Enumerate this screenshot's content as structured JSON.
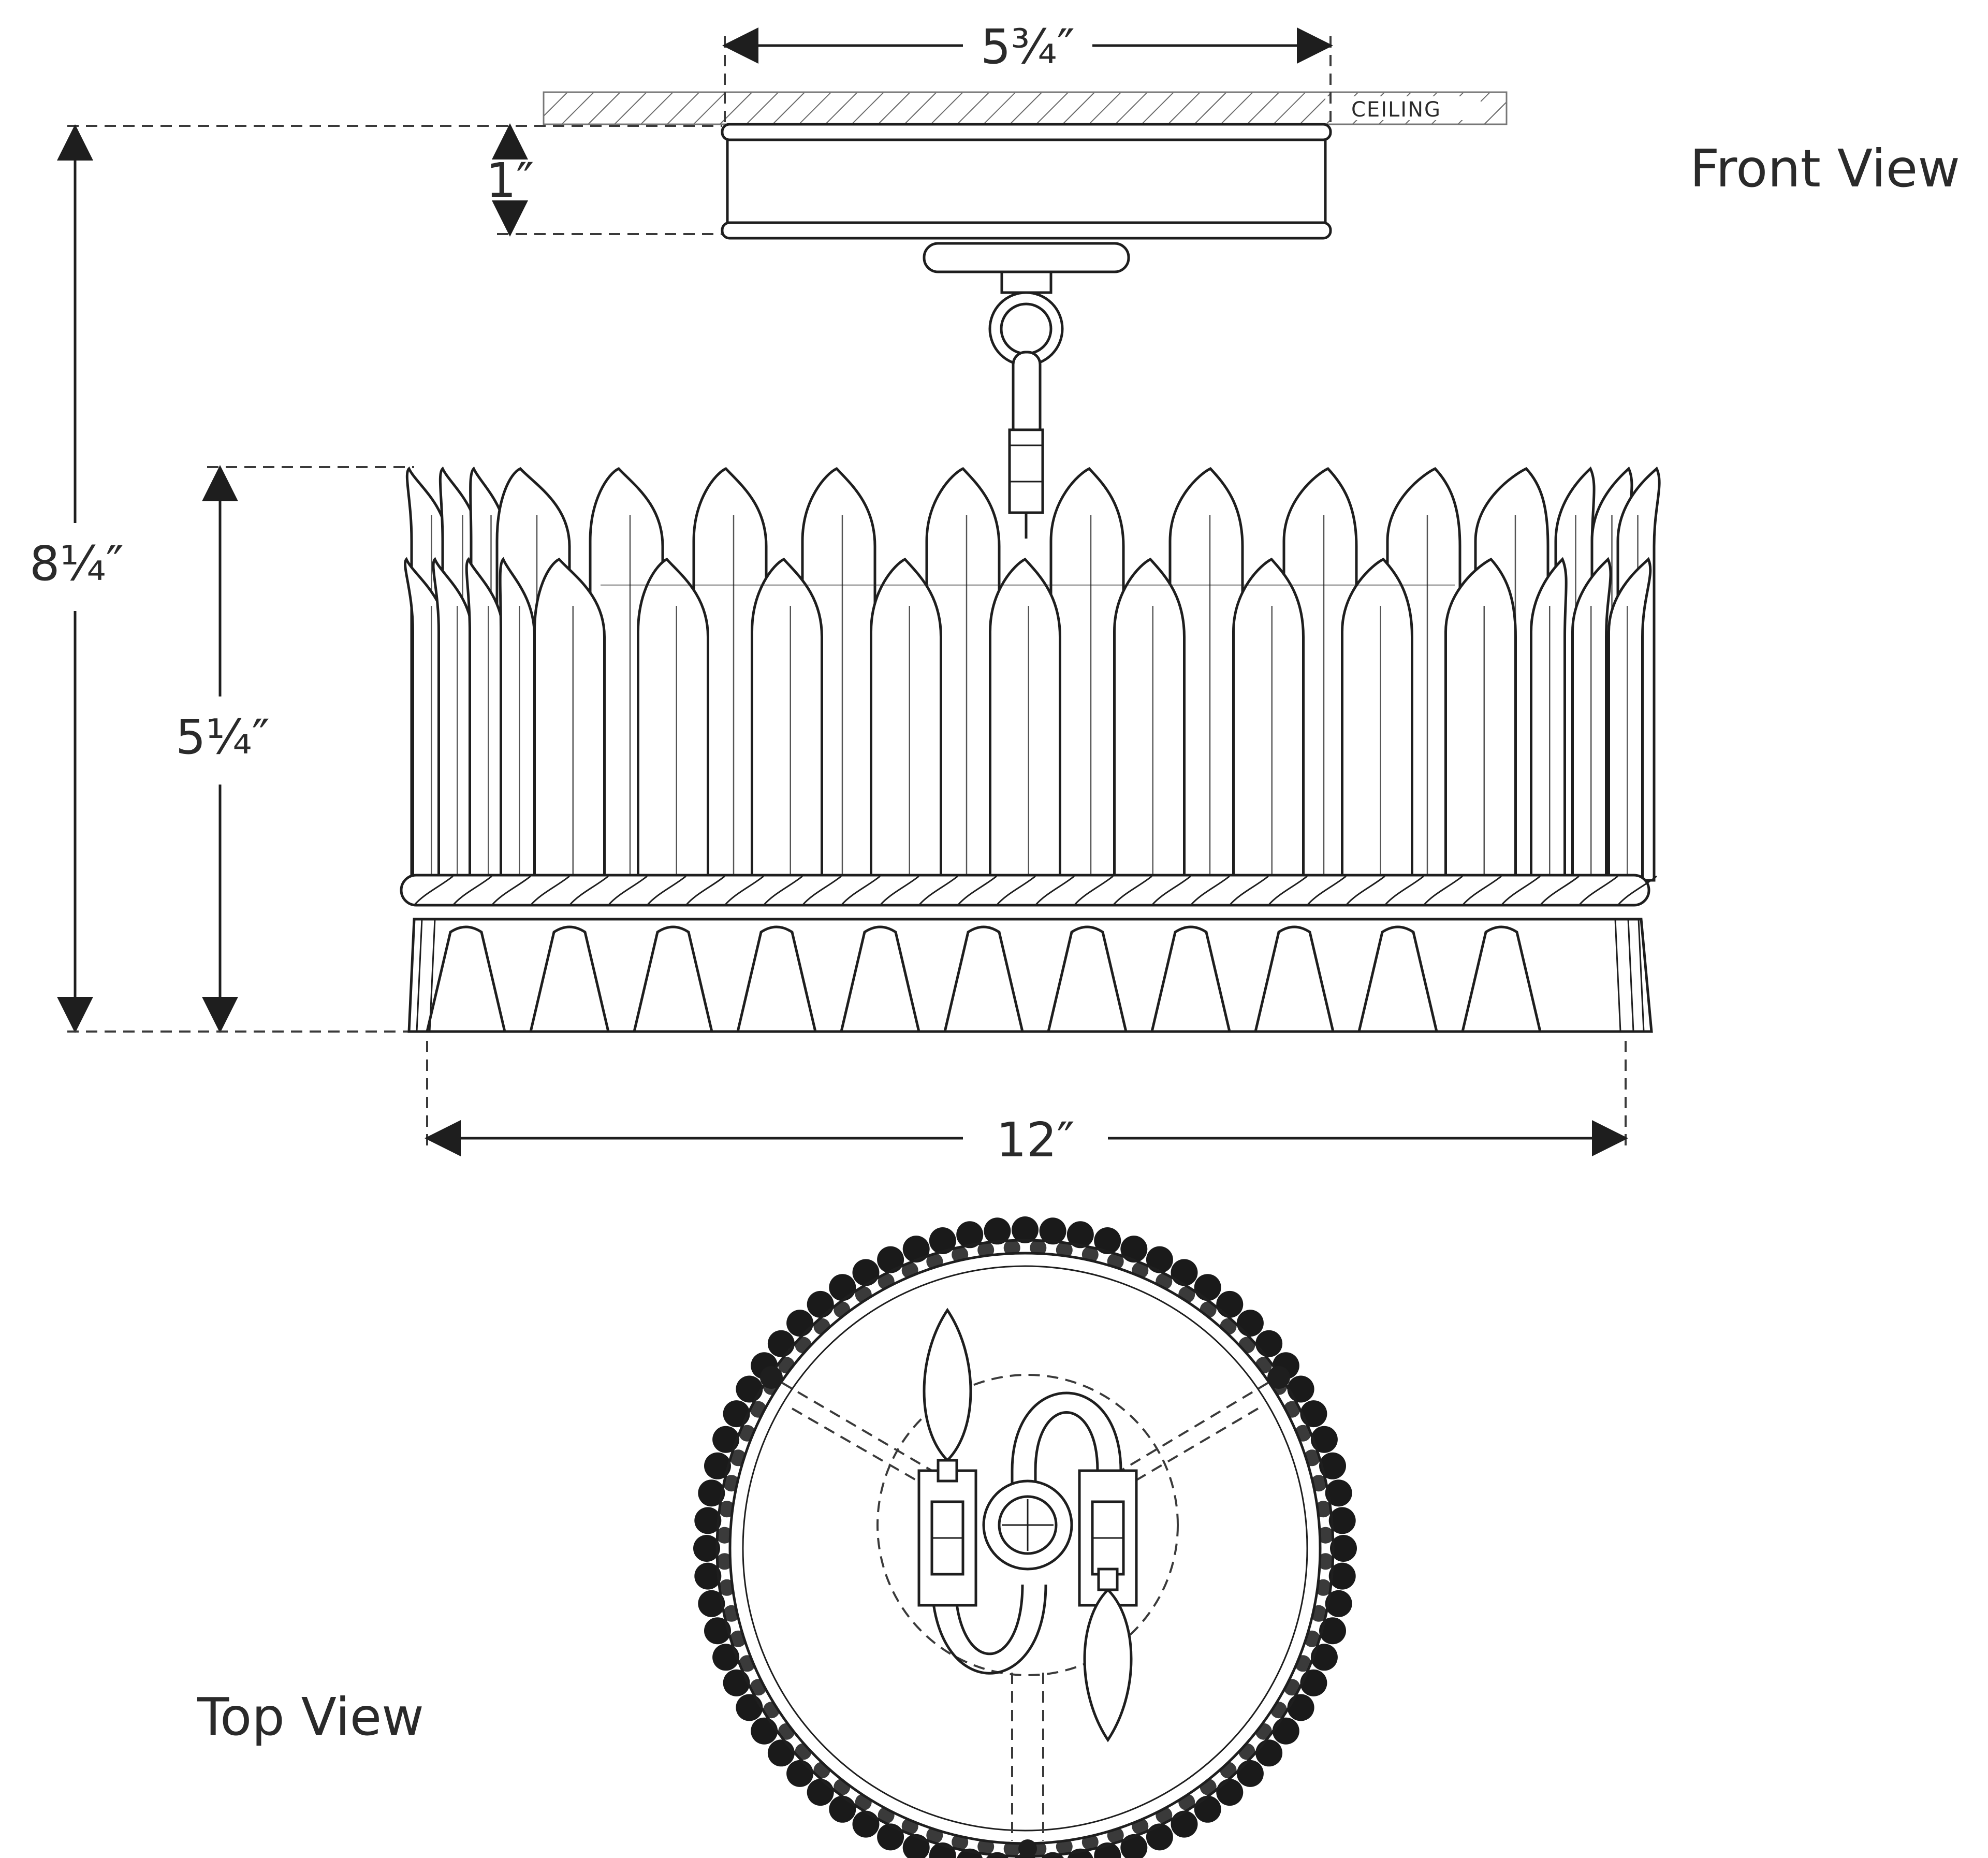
{
  "views": {
    "front": "Front View",
    "top": "Top View"
  },
  "labels": {
    "ceiling": "CEILING"
  },
  "dimensions": {
    "canopy_width": "5¾″",
    "canopy_height": "1″",
    "overall_height": "8¼″",
    "shade_height": "5¼″",
    "shade_width": "12″"
  },
  "colors": {
    "line": "#1e1e1e",
    "text": "#2a2a2a",
    "background": "#ffffff"
  }
}
